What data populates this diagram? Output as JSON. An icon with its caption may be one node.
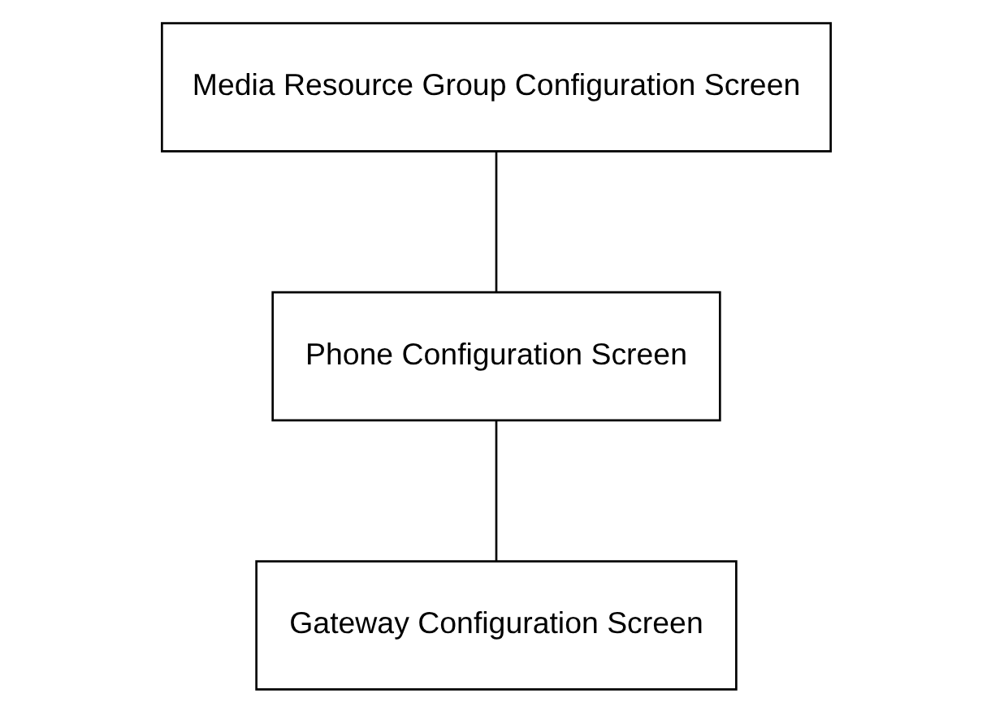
{
  "diagram": {
    "nodes": [
      {
        "text": [
          "Media Resource Group Configuration Screen"
        ]
      },
      {
        "text": [
          "Phone Configuration Screen"
        ]
      },
      {
        "text": [
          "Gateway Configuration Screen"
        ]
      }
    ],
    "edges": [
      {
        "from": 0,
        "to": 1,
        "arrow": "none"
      },
      {
        "from": 1,
        "to": 2,
        "arrow": "none"
      }
    ]
  }
}
